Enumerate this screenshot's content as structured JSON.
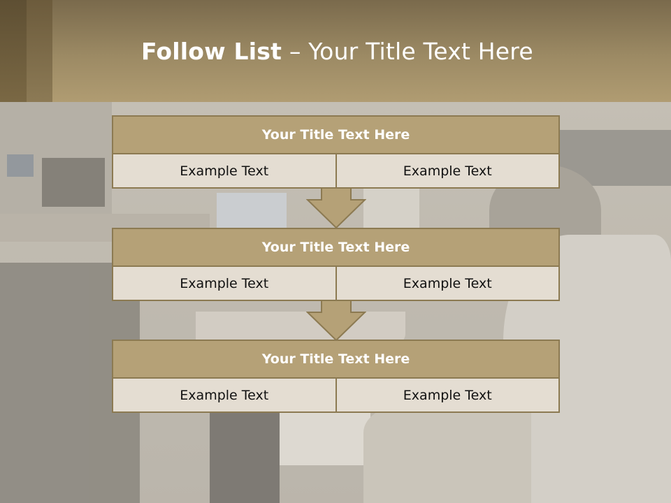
{
  "header": {
    "title_bold": "Follow List",
    "title_rest": "– Your Title Text Here"
  },
  "blocks": [
    {
      "title": "Your Title Text Here",
      "cells": [
        "Example Text",
        "Example Text"
      ]
    },
    {
      "title": "Your Title Text Here",
      "cells": [
        "Example Text",
        "Example Text"
      ]
    },
    {
      "title": "Your Title Text Here",
      "cells": [
        "Example Text",
        "Example Text"
      ]
    }
  ],
  "colors": {
    "header_band": "#9c8a64",
    "block_title_fill": "#b5a177",
    "block_row_fill": "#e4ddd2",
    "border": "#8c7a52"
  }
}
